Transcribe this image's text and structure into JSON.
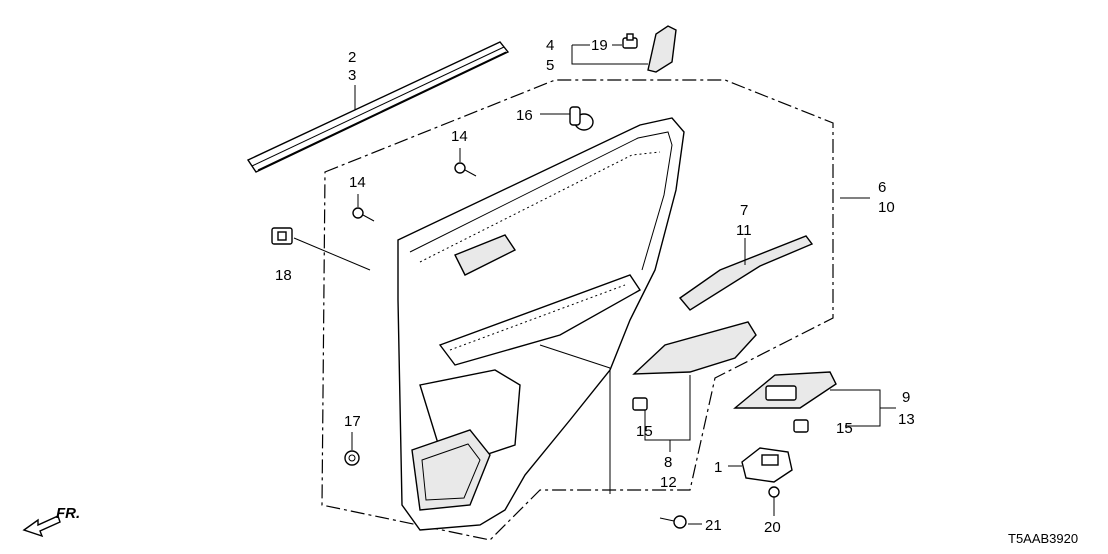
{
  "diagram_code": "T5AAB3920",
  "direction_label": "FR.",
  "callouts": [
    {
      "id": "c-2-3",
      "lines": [
        "2",
        "3"
      ]
    },
    {
      "id": "c-4-5",
      "lines": [
        "4",
        "5"
      ]
    },
    {
      "id": "c-19",
      "lines": [
        "19"
      ]
    },
    {
      "id": "c-16",
      "lines": [
        "16"
      ]
    },
    {
      "id": "c-14a",
      "lines": [
        "14"
      ]
    },
    {
      "id": "c-14b",
      "lines": [
        "14"
      ]
    },
    {
      "id": "c-18",
      "lines": [
        "18"
      ]
    },
    {
      "id": "c-6-10",
      "lines": [
        "6",
        "10"
      ]
    },
    {
      "id": "c-7-11",
      "lines": [
        "7",
        "11"
      ]
    },
    {
      "id": "c-9-13",
      "lines": [
        "9",
        "13"
      ]
    },
    {
      "id": "c-15a",
      "lines": [
        "15"
      ]
    },
    {
      "id": "c-15b",
      "lines": [
        "15"
      ]
    },
    {
      "id": "c-8-12",
      "lines": [
        "8",
        "12"
      ]
    },
    {
      "id": "c-17",
      "lines": [
        "17"
      ]
    },
    {
      "id": "c-1",
      "lines": [
        "1"
      ]
    },
    {
      "id": "c-20",
      "lines": [
        "20"
      ]
    },
    {
      "id": "c-21",
      "lines": [
        "21"
      ]
    }
  ]
}
